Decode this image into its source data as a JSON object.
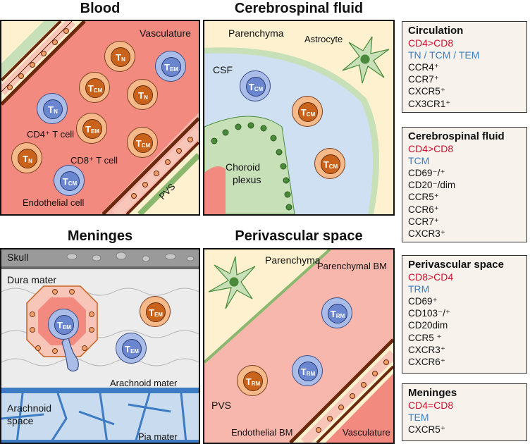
{
  "titles": {
    "blood": "Blood",
    "csf": "Cerebrospinal fluid",
    "meninges": "Meninges",
    "pvs": "Perivascular space"
  },
  "blood": {
    "vasculature": "Vasculature",
    "cd4": "CD4⁺ T cell",
    "cd8": "CD8⁺ T cell",
    "pvs": "PVS",
    "endothelial": "Endothelial cell",
    "cells": [
      {
        "t": "N",
        "s": "N"
      },
      {
        "t": "EM",
        "s": "EM"
      },
      {
        "t": "CM",
        "s": "CM"
      },
      {
        "t": "N",
        "s": "N"
      },
      {
        "t": "N",
        "s": "N"
      },
      {
        "t": "EM",
        "s": "EM"
      },
      {
        "t": "CM",
        "s": "CM"
      },
      {
        "t": "N",
        "s": "N"
      },
      {
        "t": "CM",
        "s": "CM"
      }
    ]
  },
  "csf": {
    "parenchyma": "Parenchyma",
    "astrocyte": "Astrocyte",
    "csf": "CSF",
    "choroid": "Choroid",
    "plexus": "plexus"
  },
  "meninges": {
    "skull": "Skull",
    "dura": "Dura mater",
    "arachnoid": "Arachnoid mater",
    "space1": "Arachnoid",
    "space2": "space",
    "pia": "Pia mater"
  },
  "pvs": {
    "parenchyma": "Parenchyma",
    "parbm": "Parenchymal BM",
    "pvs": "PVS",
    "endobm": "Endothelial BM",
    "vasculature": "Vasculature"
  },
  "cell_labels": {
    "T": "T",
    "N": "N",
    "CM": "CM",
    "EM": "EM",
    "RM": "RM"
  },
  "sidebar": {
    "circulation": {
      "title": "Circulation",
      "ratio": "CD4>CD8",
      "subsets": "TN / TCM / TEM",
      "markers": [
        "CCR4⁺",
        "CCR7⁺",
        "CXCR5⁺",
        "CX3CR1⁺"
      ]
    },
    "csf": {
      "title": "Cerebrospinal fluid",
      "ratio": "CD4>CD8",
      "subsets": "TCM",
      "markers": [
        "CD69⁻/⁺",
        "CD20⁻/dim",
        "CCR5⁺",
        "CCR6⁺",
        "CCR7⁺",
        "CXCR3⁺"
      ]
    },
    "pvs": {
      "title": "Perivascular space",
      "ratio": "CD8>CD4",
      "subsets": "TRM",
      "markers": [
        "CD69⁺",
        "CD103⁻/⁺",
        "CD20dim",
        "CCR5 ⁺",
        "CXCR3⁺",
        "CXCR6⁺"
      ]
    },
    "meninges": {
      "title": "Meninges",
      "ratio": "CD4=CD8",
      "subsets": "TEM",
      "markers": [
        "CXCR5⁺"
      ]
    }
  },
  "colors": {
    "blood": "#f28a7f",
    "csf": "#cfe0f3",
    "parenchyma": "#fdf1cf",
    "vessel": "#8a3a14",
    "pvs": "#f8b7ad",
    "green": "#4a8a3a",
    "meninges_bg": "#ececec",
    "arachnoid": "#3d7cc4"
  }
}
